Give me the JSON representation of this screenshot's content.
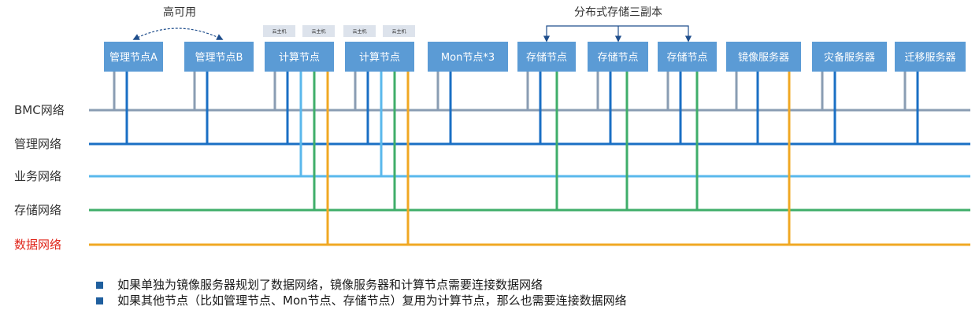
{
  "annotations": {
    "ha_label": "高可用",
    "storage_label": "分布式存储三副本"
  },
  "networks": [
    {
      "label": "BMC网络",
      "color": "#8a9db3",
      "label_color": "#333333"
    },
    {
      "label": "管理网络",
      "color": "#1a6fc4",
      "label_color": "#333333"
    },
    {
      "label": "业务网络",
      "color": "#5ab8ec",
      "label_color": "#333333"
    },
    {
      "label": "存储网络",
      "color": "#3fae6a",
      "label_color": "#333333"
    },
    {
      "label": "数据网络",
      "color": "#f0a823",
      "label_color": "#e0261b"
    }
  ],
  "nodes": [
    {
      "label": "管理节点A",
      "connections": [
        "bmc",
        "mgmt"
      ]
    },
    {
      "label": "管理节点B",
      "connections": [
        "bmc",
        "mgmt"
      ]
    },
    {
      "label": "计算节点",
      "connections": [
        "bmc",
        "mgmt",
        "biz",
        "storage",
        "data"
      ],
      "vms": [
        "云主机",
        "云主机"
      ]
    },
    {
      "label": "计算节点",
      "connections": [
        "bmc",
        "mgmt",
        "biz",
        "storage",
        "data"
      ],
      "vms": [
        "云主机",
        "云主机"
      ]
    },
    {
      "label": "Mon节点*3",
      "connections": [
        "bmc",
        "mgmt"
      ]
    },
    {
      "label": "存储节点",
      "connections": [
        "bmc",
        "mgmt",
        "storage"
      ]
    },
    {
      "label": "存储节点",
      "connections": [
        "bmc",
        "mgmt",
        "storage"
      ]
    },
    {
      "label": "存储节点",
      "connections": [
        "bmc",
        "mgmt",
        "storage"
      ]
    },
    {
      "label": "镜像服务器",
      "connections": [
        "bmc",
        "mgmt",
        "data"
      ]
    },
    {
      "label": "灾备服务器",
      "connections": [
        "bmc",
        "mgmt"
      ]
    },
    {
      "label": "迁移服务器",
      "connections": [
        "bmc",
        "mgmt"
      ]
    }
  ],
  "colors": {
    "node_fill": "#5b9bd5",
    "vm_fill": "#dde3ec",
    "bullet": "#1f5f9e"
  },
  "notes": [
    "如果单独为镜像服务器规划了数据网络，镜像服务器和计算节点需要连接数据网络",
    "如果其他节点（比如管理节点、Mon节点、存储节点）复用为计算节点，那么也需要连接数据网络"
  ]
}
